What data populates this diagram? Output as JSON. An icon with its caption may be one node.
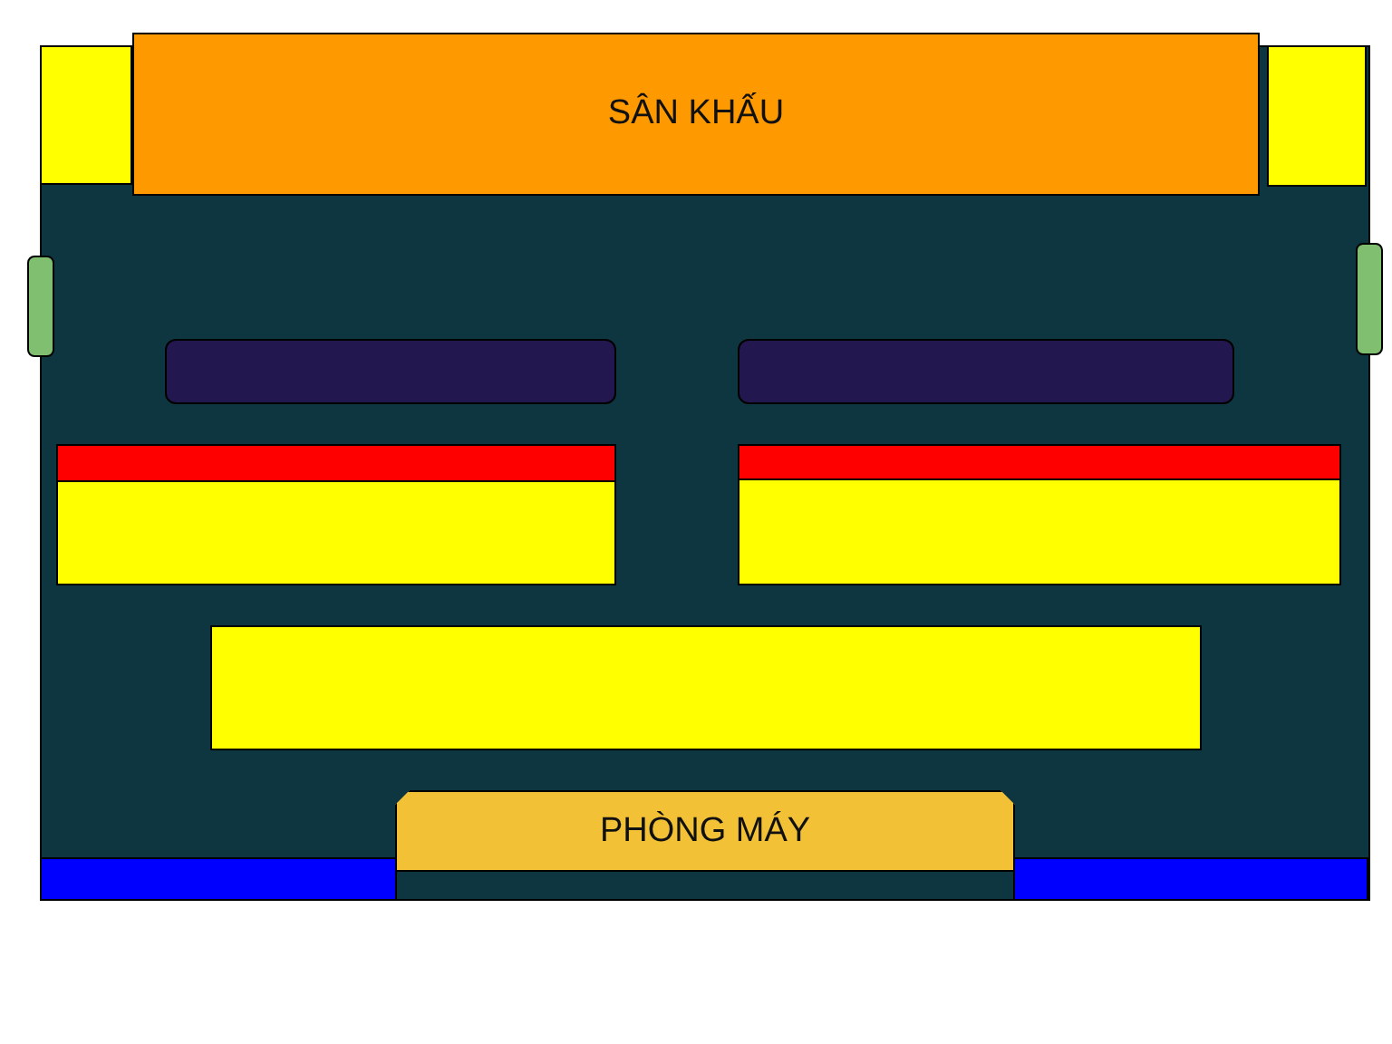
{
  "diagram": {
    "nodes": [
      {
        "text": [],
        "shape": "box"
      },
      {
        "text": [
          "SÂN KHẤU"
        ]
      },
      {
        "text": [],
        "shape": "box"
      },
      {
        "text": [],
        "shape": "bar"
      },
      {
        "text": [],
        "shape": "bar"
      },
      {
        "text": [],
        "shape": "box"
      },
      {
        "text": [],
        "shape": "box"
      },
      {
        "text": [],
        "shape": "box"
      },
      {
        "text": [
          "PHÒNG MÁY"
        ]
      }
    ]
  }
}
